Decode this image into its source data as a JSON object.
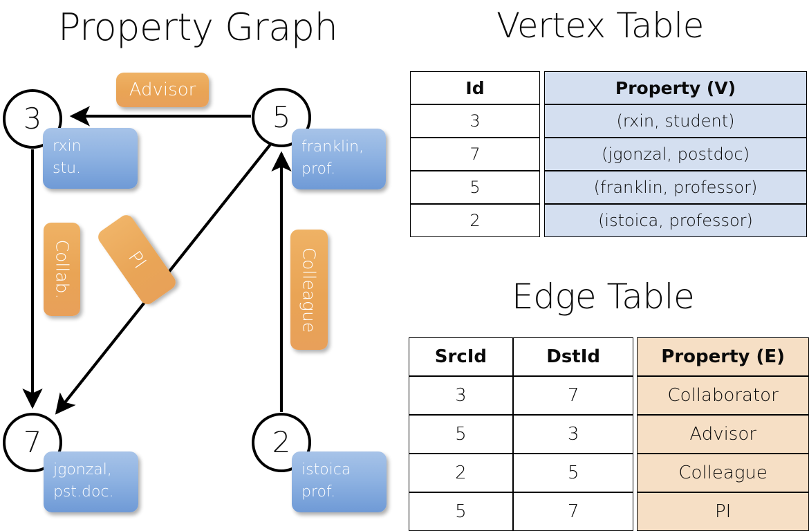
{
  "graph": {
    "title": "Property Graph",
    "nodes": [
      {
        "id": "3",
        "property": "rxin\nstu."
      },
      {
        "id": "5",
        "property": "franklin,\nprof."
      },
      {
        "id": "7",
        "property": "jgonzal,\npst.doc."
      },
      {
        "id": "2",
        "property": "istoica\nprof."
      }
    ],
    "edge_labels": [
      {
        "name": "advisor",
        "text": "Advisor"
      },
      {
        "name": "collab",
        "text": "Collab."
      },
      {
        "name": "pi",
        "text": "PI"
      },
      {
        "name": "colleague",
        "text": "Colleague"
      }
    ],
    "edges": [
      {
        "from": "5",
        "to": "3",
        "label": "Advisor"
      },
      {
        "from": "3",
        "to": "7",
        "label": "Collab."
      },
      {
        "from": "5",
        "to": "7",
        "label": "PI"
      },
      {
        "from": "2",
        "to": "5",
        "label": "Colleague"
      }
    ]
  },
  "vertex_table": {
    "title": "Vertex Table",
    "headers": [
      "Id",
      "Property (V)"
    ],
    "rows": [
      {
        "id": "3",
        "property": "(rxin, student)"
      },
      {
        "id": "7",
        "property": "(jgonzal, postdoc)"
      },
      {
        "id": "5",
        "property": "(franklin, professor)"
      },
      {
        "id": "2",
        "property": "(istoica, professor)"
      }
    ]
  },
  "edge_table": {
    "title": "Edge Table",
    "headers": [
      "SrcId",
      "DstId",
      "Property (E)"
    ],
    "rows": [
      {
        "src": "3",
        "dst": "7",
        "property": "Collaborator"
      },
      {
        "src": "5",
        "dst": "3",
        "property": "Advisor"
      },
      {
        "src": "2",
        "dst": "5",
        "property": "Colleague"
      },
      {
        "src": "5",
        "dst": "7",
        "property": "PI"
      }
    ]
  },
  "colors": {
    "node_property_fill": "#8fb3e2",
    "edge_label_fill": "#e9a455",
    "vertex_table_property_fill": "#d4dff0",
    "edge_table_property_fill": "#f6dfc5",
    "stroke": "#000000"
  }
}
